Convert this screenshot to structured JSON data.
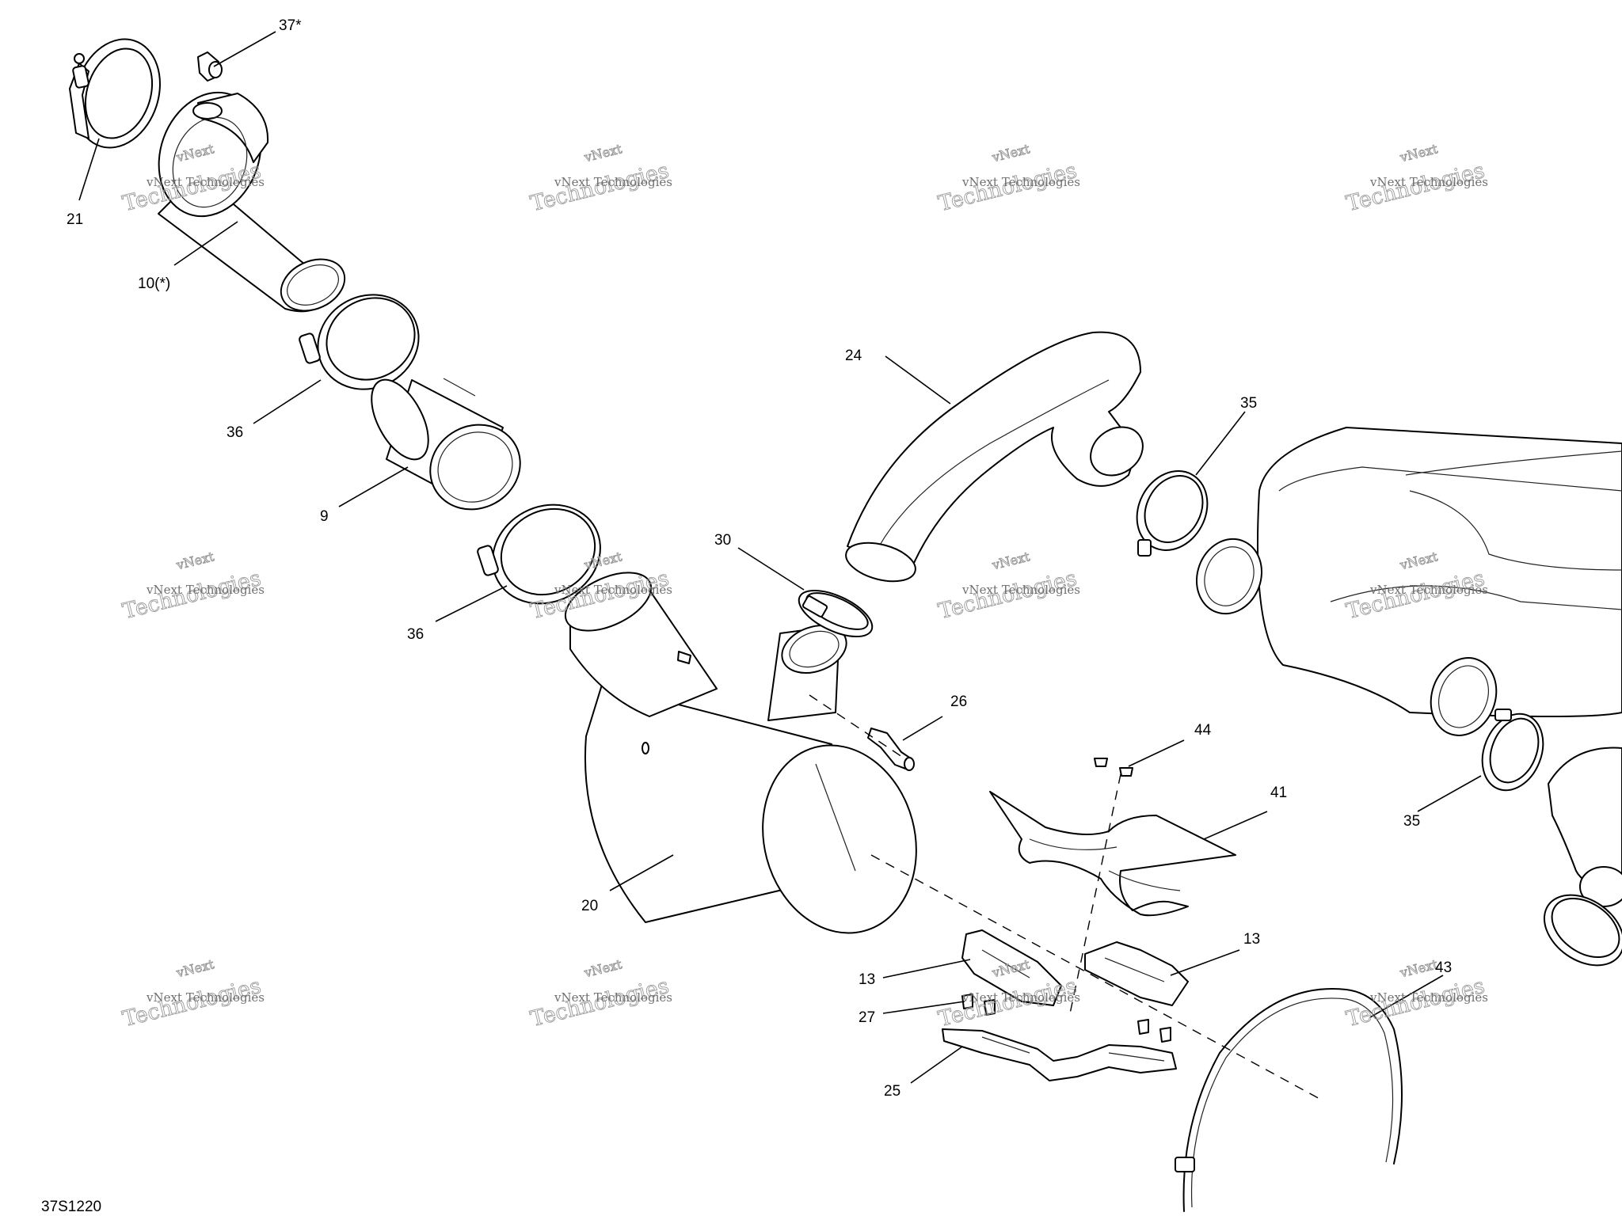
{
  "diagram": {
    "drawing_number": "37S1220",
    "callouts": [
      {
        "id": "c-37",
        "text": "37*"
      },
      {
        "id": "c-21",
        "text": "21"
      },
      {
        "id": "c-10",
        "text": "10(*)"
      },
      {
        "id": "c-36a",
        "text": "36"
      },
      {
        "id": "c-9",
        "text": "9"
      },
      {
        "id": "c-36b",
        "text": "36"
      },
      {
        "id": "c-24",
        "text": "24"
      },
      {
        "id": "c-35a",
        "text": "35"
      },
      {
        "id": "c-30",
        "text": "30"
      },
      {
        "id": "c-26",
        "text": "26"
      },
      {
        "id": "c-20",
        "text": "20"
      },
      {
        "id": "c-44",
        "text": "44"
      },
      {
        "id": "c-41",
        "text": "41"
      },
      {
        "id": "c-35b",
        "text": "35"
      },
      {
        "id": "c-13a",
        "text": "13"
      },
      {
        "id": "c-13b",
        "text": "13"
      },
      {
        "id": "c-27",
        "text": "27"
      },
      {
        "id": "c-25",
        "text": "25"
      },
      {
        "id": "c-43",
        "text": "43"
      }
    ]
  },
  "watermark": {
    "line1": "vNext",
    "line2": "Technologies",
    "small": "vNext Technologies"
  },
  "colors": {
    "line": "#000000",
    "watermark": "#9a9a9a",
    "background": "#ffffff"
  }
}
